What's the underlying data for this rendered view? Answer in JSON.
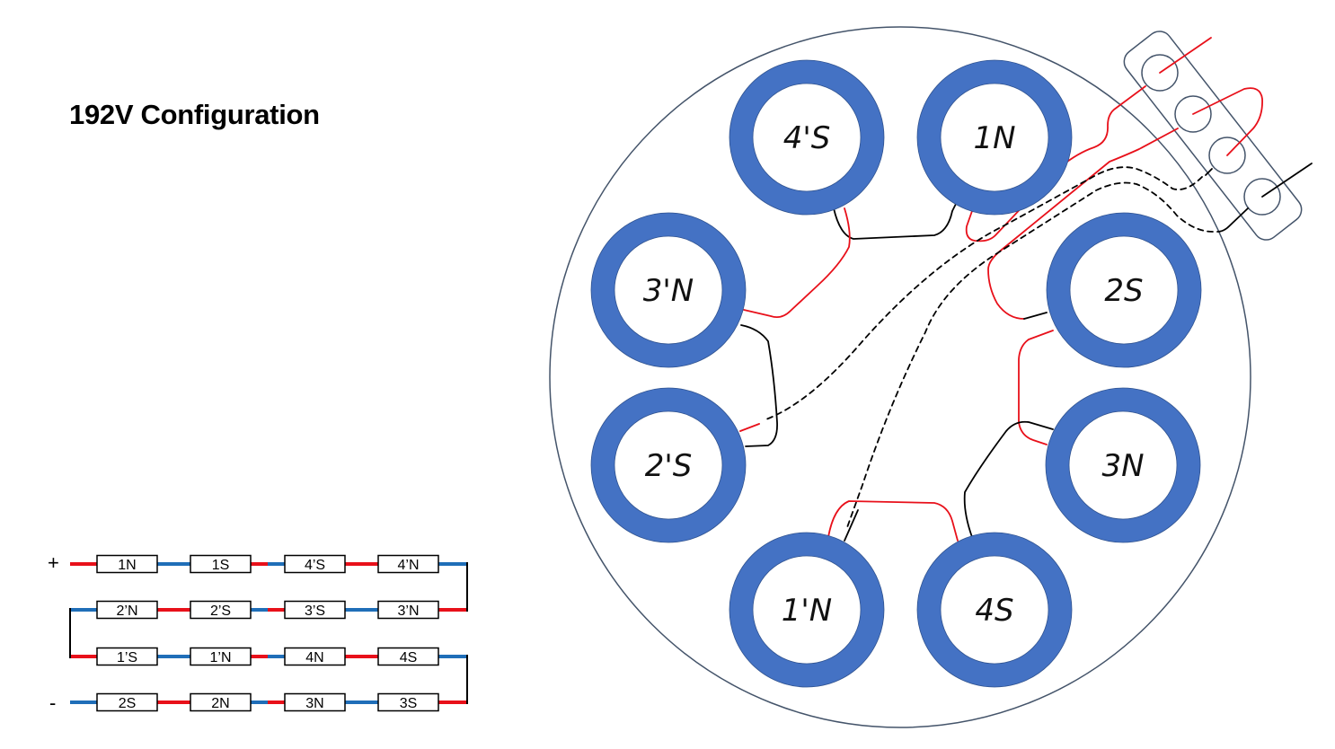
{
  "title": "192V Configuration",
  "colors": {
    "coil_blue": "#4472C4",
    "wire_red": "#E8101A",
    "wire_blue": "#1F6EB8",
    "wire_black": "#000000",
    "outline": "#44546A"
  },
  "schematic": {
    "plus_label": "+",
    "minus_label": "-",
    "rows": [
      {
        "boxes": [
          "1N",
          "1S",
          "4’S",
          "4’N"
        ]
      },
      {
        "boxes": [
          "2’N",
          "2’S",
          "3’S",
          "3’N"
        ]
      },
      {
        "boxes": [
          "1’S",
          "1’N",
          "4N",
          "4S"
        ]
      },
      {
        "boxes": [
          "2S",
          "2N",
          "3N",
          "3S"
        ]
      }
    ]
  },
  "stator": {
    "coils": [
      {
        "id": "4'S",
        "label": "4'S"
      },
      {
        "id": "1N",
        "label": "1N"
      },
      {
        "id": "3'N",
        "label": "3'N"
      },
      {
        "id": "2S",
        "label": "2S"
      },
      {
        "id": "2'S",
        "label": "2'S"
      },
      {
        "id": "3N",
        "label": "3N"
      },
      {
        "id": "1'N",
        "label": "1'N"
      },
      {
        "id": "4S",
        "label": "4S"
      }
    ],
    "terminal_block": {
      "terminals": 4
    }
  }
}
